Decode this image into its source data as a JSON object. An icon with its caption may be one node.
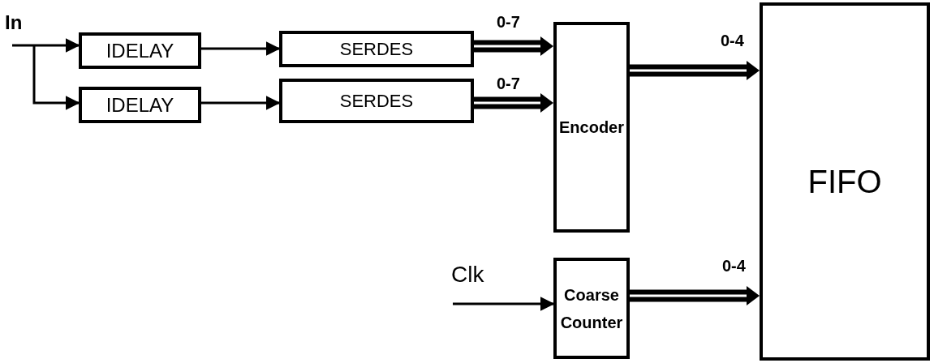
{
  "diagram": {
    "nodes": [
      {
        "text": [
          "In"
        ]
      },
      {
        "text": [
          "IDELAY"
        ]
      },
      {
        "text": [
          "SERDES"
        ]
      },
      {
        "text": [
          "IDELAY"
        ]
      },
      {
        "text": [
          "SERDES"
        ]
      },
      {
        "text": [
          "Encoder"
        ]
      },
      {
        "text": [
          "FIFO"
        ]
      },
      {
        "text": [
          "Clk"
        ]
      },
      {
        "text": [
          "Coarse Counter"
        ]
      }
    ],
    "edges": [
      {
        "from": 0,
        "to": 1,
        "arrow": "to"
      },
      {
        "from": 0,
        "to": 3,
        "arrow": "to"
      },
      {
        "from": 1,
        "to": 2,
        "arrow": "to"
      },
      {
        "from": 3,
        "to": 4,
        "arrow": "to"
      },
      {
        "from": 2,
        "to": 5,
        "arrow": "to",
        "label": "0-7",
        "style": "thick"
      },
      {
        "from": 4,
        "to": 5,
        "arrow": "to",
        "label": "0-7",
        "style": "thick"
      },
      {
        "from": 5,
        "to": 6,
        "arrow": "to",
        "label": "0-4",
        "style": "thick"
      },
      {
        "from": 7,
        "to": 8,
        "arrow": "to"
      },
      {
        "from": 8,
        "to": 6,
        "arrow": "to",
        "label": "0-4",
        "style": "thick"
      }
    ]
  }
}
